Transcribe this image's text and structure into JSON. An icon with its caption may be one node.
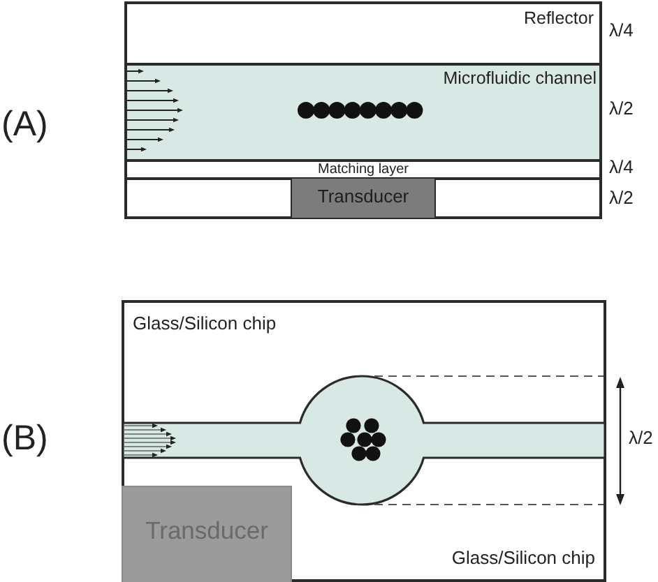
{
  "diagram": {
    "nodes": [
      {
        "text": [
          "Reflector"
        ],
        "beside": [
          "λ/4"
        ]
      },
      {
        "text": [
          "Microfluidic channel"
        ],
        "beside": [
          "λ/2"
        ]
      },
      {
        "text": [
          "Matching layer"
        ],
        "beside": [
          "λ/4"
        ]
      },
      {
        "text": [],
        "shape": "box",
        "beside": [
          "λ/2"
        ]
      },
      {
        "text": [
          "Transducer"
        ],
        "in": 3
      },
      {
        "text": [
          "Glass/Silicon chip",
          "Glass/Silicon chip"
        ]
      },
      {
        "text": [
          "Transducer"
        ],
        "in": 5
      }
    ],
    "labels": [
      "(A)",
      "(B)",
      "λ/2"
    ]
  }
}
